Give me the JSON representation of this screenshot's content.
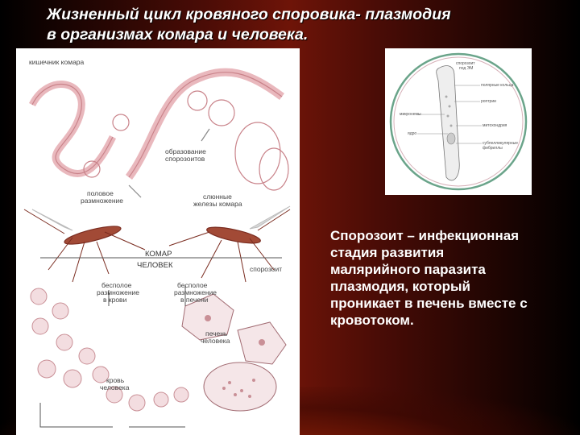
{
  "slide": {
    "title_lines": [
      "Жизненный цикл кровяного споровика- плазмодия",
      "в организмах комара и человека."
    ],
    "body_lines": [
      "Спорозоит – инфекционная",
      "стадия развития",
      "малярийного паразита",
      "плазмодия, который",
      "проникает в печень вместе с",
      "кровотоком."
    ],
    "accent_color": "#6e1408",
    "text_color": "#ffffff"
  },
  "figure": {
    "labels": {
      "mosquito_gut": "кишечник комара",
      "sporozoite_formation_1": "образование",
      "sporozoite_formation_2": "спорозоитов",
      "sexual_1": "половое",
      "sexual_2": "размножение",
      "glands_1": "слюнные",
      "glands_2": "железы комара",
      "mosquito": "КОМАР",
      "human": "ЧЕЛОВЕК",
      "sporozoite": "спорозоит",
      "asexual_blood_1": "бесполое",
      "asexual_blood_2": "размножение",
      "asexual_blood_3": "в крови",
      "asexual_liver_1": "бесполое",
      "asexual_liver_2": "размножение",
      "asexual_liver_3": "в печени",
      "human_liver_1": "печень",
      "human_liver_2": "человека",
      "human_blood_1": "кровь",
      "human_blood_2": "человека"
    }
  },
  "inset": {
    "labels": {
      "head_1": "спорозоит",
      "head_2": "под ЭМ",
      "l1": "полярные кольца",
      "l2": "роптрии",
      "l3": "микронемы",
      "l4": "ядро",
      "l5": "митохондрия",
      "l6": "субпелликулярные",
      "l7": "фибриллы"
    }
  }
}
